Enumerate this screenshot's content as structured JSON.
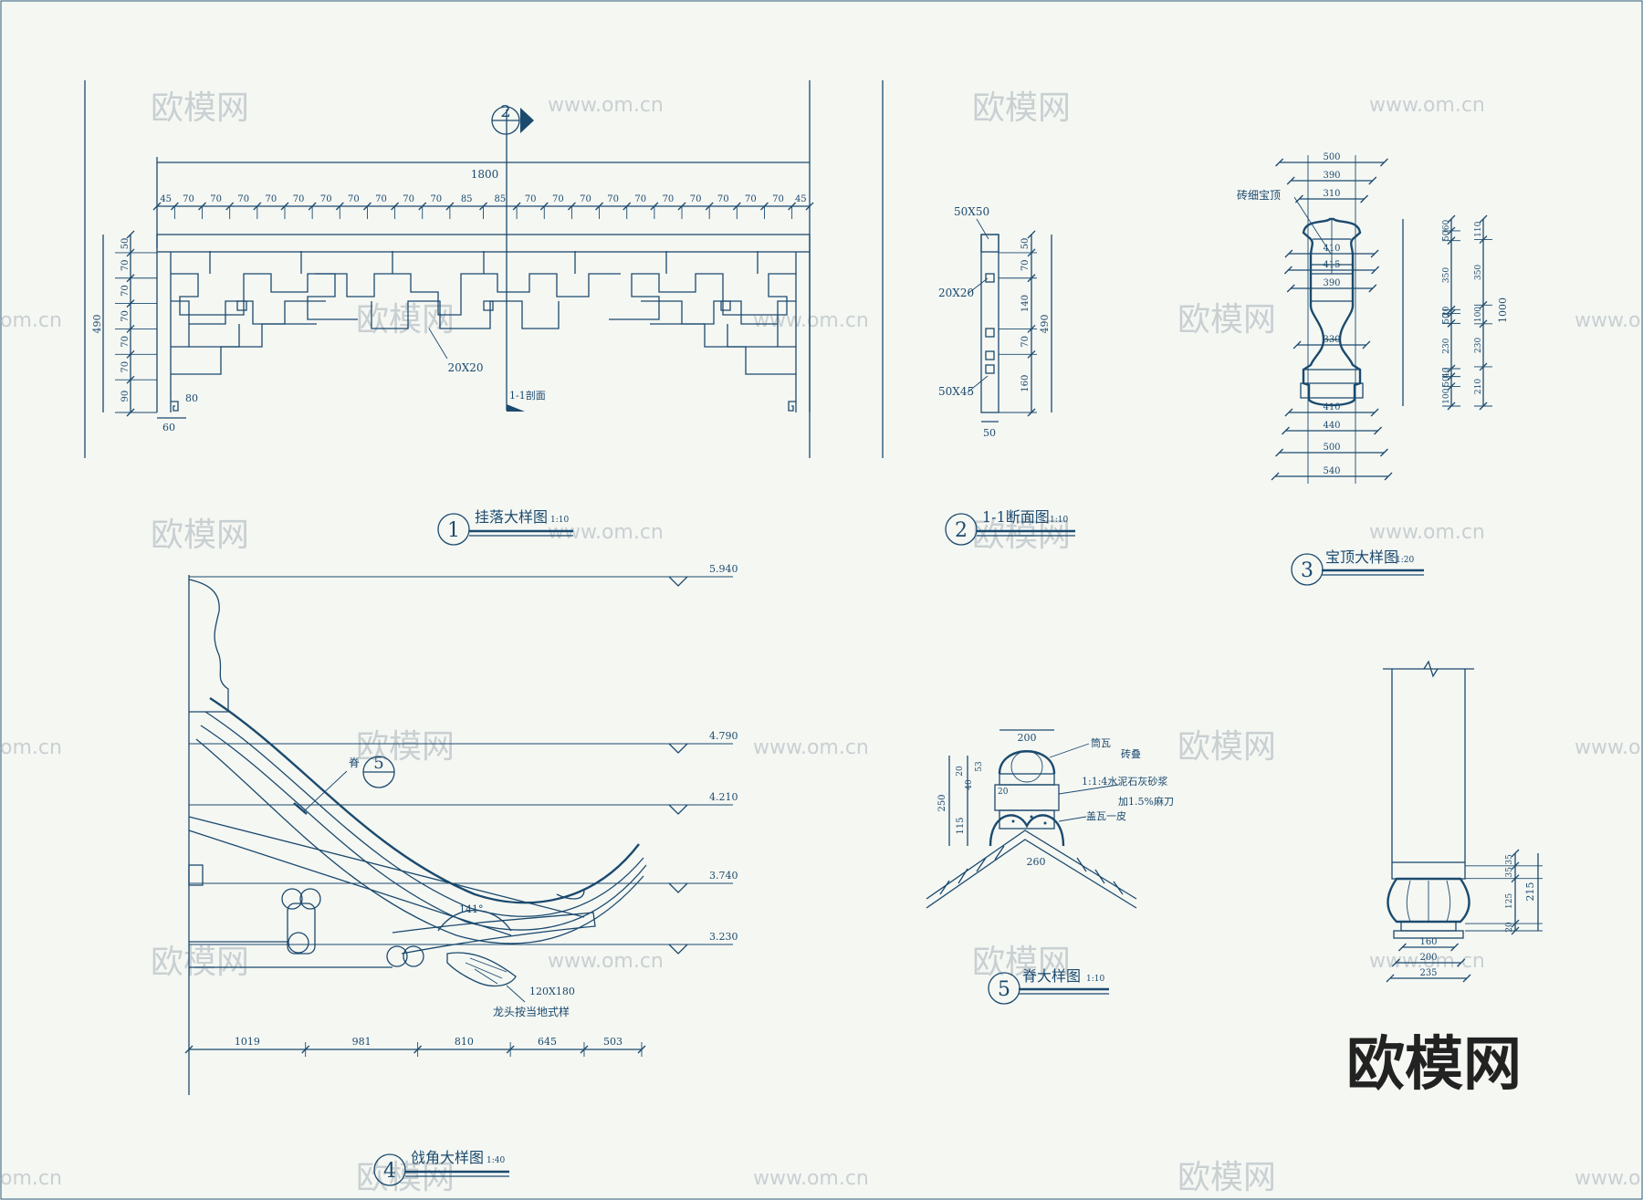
{
  "colors": {
    "ink": "#1b4a6e",
    "paper": "#f5f7f3",
    "watermark": "#c9d0d2",
    "logo": "#222222"
  },
  "watermarks": {
    "brand": "欧模网",
    "site": "www.om.cn",
    "edge": "om.cn"
  },
  "logo": "欧模网",
  "sec1": {
    "num": "1",
    "title": "挂落大样图",
    "scale": "1:10",
    "total": "1800",
    "spacing": [
      "45",
      "70",
      "70",
      "70",
      "70",
      "70",
      "70",
      "70",
      "70",
      "70",
      "70",
      "85",
      "85",
      "70",
      "70",
      "70",
      "70",
      "70",
      "70",
      "70",
      "70",
      "70",
      "70",
      "45"
    ],
    "left_dims": [
      "50",
      "70",
      "70",
      "70",
      "70",
      "70",
      "90"
    ],
    "left_total": "490",
    "dim_80": "80",
    "dim_60": "60",
    "member": "20X20",
    "cut_label": "1-1剖面",
    "callout": "2"
  },
  "sec2": {
    "num": "2",
    "title": "1-1断面图",
    "scale": "1:10",
    "labels": [
      "50X50",
      "20X20",
      "50X45"
    ],
    "right_dims": [
      "50",
      "70",
      "140",
      "70",
      "160"
    ],
    "right_total": "490",
    "bottom": "50"
  },
  "sec3": {
    "num": "3",
    "title": "宝顶大样图",
    "scale": "1:20",
    "note": "砖细宝顶",
    "widths": [
      "500",
      "390",
      "310",
      "410",
      "415",
      "390",
      "330",
      "410",
      "440",
      "500",
      "540"
    ],
    "right_dims_a": [
      "60",
      "50",
      "350",
      "20",
      "50",
      "230",
      "40",
      "50",
      "100"
    ],
    "right_dims_b": [
      "110",
      "350",
      "100",
      "230",
      "210"
    ],
    "total": "1000"
  },
  "sec4": {
    "num": "4",
    "title": "戗角大样图",
    "scale": "1:40",
    "levels": [
      "5.940",
      "4.790",
      "4.210",
      "3.740",
      "3.230"
    ],
    "bottom_dims": [
      "1019",
      "981",
      "810",
      "645",
      "503"
    ],
    "ridge_label": "脊",
    "callout_num": "5",
    "angle": "141°",
    "size_label": "120X180",
    "note": "龙头按当地式样"
  },
  "sec5": {
    "num": "5",
    "title": "脊大样图",
    "scale": "1:10",
    "top_dim": "200",
    "base_dim": "260",
    "labels": [
      "筒瓦",
      "砖叠",
      "1:1:4水泥石灰砂浆",
      "加1.5%麻刀",
      "盖瓦一皮"
    ],
    "left_dims": [
      "53",
      "40",
      "20"
    ],
    "left_total": "250",
    "lower": "115",
    "small": "20"
  },
  "sec6": {
    "right_dims": [
      "35",
      "35",
      "125",
      "20"
    ],
    "right_total": "215",
    "widths": [
      "160",
      "200",
      "235"
    ]
  }
}
